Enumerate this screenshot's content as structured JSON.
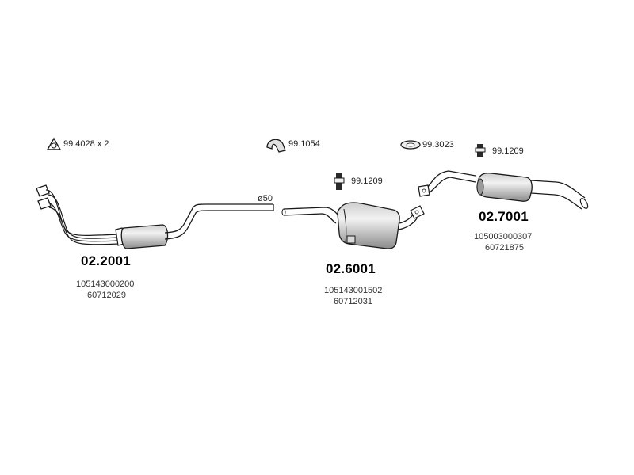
{
  "accessories": {
    "gasket": {
      "icon": "triangle-gasket-icon",
      "code": "99.4028 x 2"
    },
    "clamp": {
      "icon": "clamp-icon",
      "code": "99.1054"
    },
    "ring": {
      "icon": "ring-gasket-icon",
      "code": "99.3023"
    },
    "mount_a": {
      "icon": "rubber-mount-icon",
      "code": "99.1209"
    },
    "mount_b": {
      "icon": "rubber-mount-icon",
      "code": "99.1209"
    }
  },
  "diameter_label": "ø50",
  "parts": [
    {
      "number": "02.2001",
      "oem": [
        "105143000200",
        "60712029"
      ]
    },
    {
      "number": "02.6001",
      "oem": [
        "105143001502",
        "60712031"
      ]
    },
    {
      "number": "02.7001",
      "oem": [
        "105003000307",
        "60721875"
      ]
    }
  ],
  "colors": {
    "ink": "#1a1a1a",
    "muffler_light": "#e6e6e6",
    "muffler_dark": "#8c8c8c"
  }
}
